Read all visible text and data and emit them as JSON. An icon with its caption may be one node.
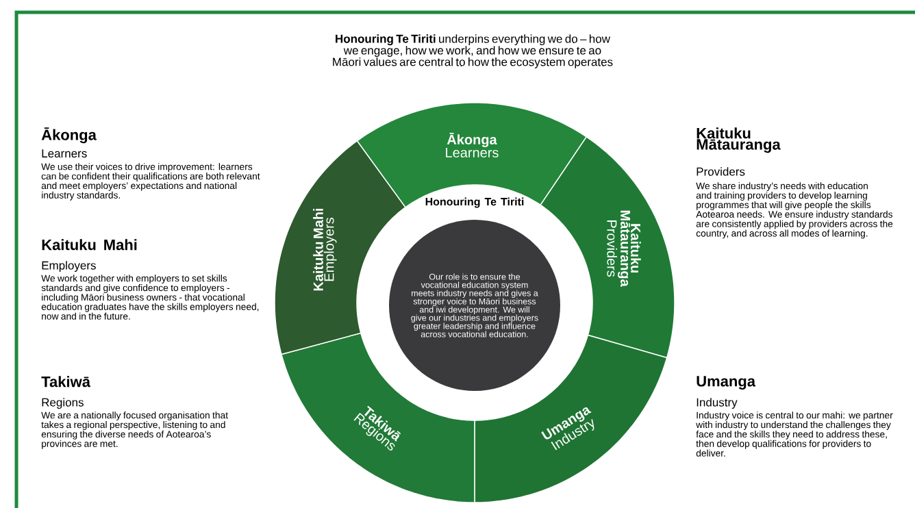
{
  "diagram": {
    "title": "**Honouring Te Tiriti** underpins everything we do – how we engage, how we work, and how we ensure te ao Māori values are central to how the ecosystem operates",
    "nodes": [
      {
        "text": [
          "Honouring Te Tiriti",
          "Our role is to ensure the vocational education system meets industry needs and gives a stronger voice to Māori business and iwi development. We will give our industries and employers greater leadership and influence across vocational education."
        ]
      },
      {
        "text": [
          "Ākonga",
          "Learners"
        ]
      },
      {
        "text": [
          "Kaituku Mātauranga",
          "Providers"
        ]
      },
      {
        "text": [
          "Umanga",
          "Industry"
        ]
      },
      {
        "text": [
          "Takiwā",
          "Regions"
        ]
      },
      {
        "text": [
          "Kaituku Mahi",
          "Employers"
        ]
      }
    ],
    "labels": [
      "Ākonga",
      "Learners",
      "We use their voices to drive improvement: learners can be confident their qualifications are both relevant and meet employers’ expectations and national industry standards.",
      "Kaituku Mahi",
      "Employers",
      "We work together with employers to set skills standards and give confidence to employers - including Māori business owners - that vocational education graduates have the skills employers need, now and in the future.",
      "Takiwā",
      "Regions",
      "We are a nationally focused organisation that takes a regional perspective, listening to and ensuring the diverse needs of Aotearoa’s provinces are met.",
      "Kaituku Mātauranga",
      "Providers",
      "We share industry’s needs with education and training providers to develop learning programmes that will give people the skills Aotearoa needs. We ensure industry standards are consistently applied by providers across the country, and across all modes of learning.",
      "Umanga",
      "Industry",
      "Industry voice is central to our mahi: we partner with industry to understand the challenges they face and the skills they need to address these, then develop qualifications for providers to deliver."
    ]
  }
}
